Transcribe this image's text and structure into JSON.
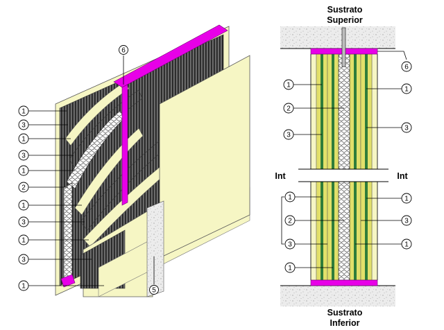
{
  "labels": {
    "top_substrate_1": "Sustrato",
    "top_substrate_2": "Superior",
    "bottom_substrate_1": "Sustrato",
    "bottom_substrate_2": "Inferior",
    "int_left": "Int",
    "int_right": "Int"
  },
  "iso_callouts": [
    "1",
    "3",
    "1",
    "3",
    "1",
    "2",
    "1",
    "3",
    "1",
    "3",
    "1"
  ],
  "iso_callout_6": "6",
  "iso_callout_5": "5",
  "section_top": {
    "c6": "6",
    "left": [
      "1",
      "2",
      "3"
    ],
    "right": [
      "1",
      "3"
    ]
  },
  "section_bottom": {
    "left": [
      "1",
      "2",
      "3",
      "1"
    ],
    "right": [
      "1",
      "3",
      "1"
    ]
  },
  "colors": {
    "board": "#f6f6c4",
    "board_edge": "#d8d899",
    "stud": "#e2e06a",
    "insulation": "#2f7d3a",
    "track": "#e800e8",
    "substrate": "#e6e6e6",
    "core": "#ffffff"
  }
}
